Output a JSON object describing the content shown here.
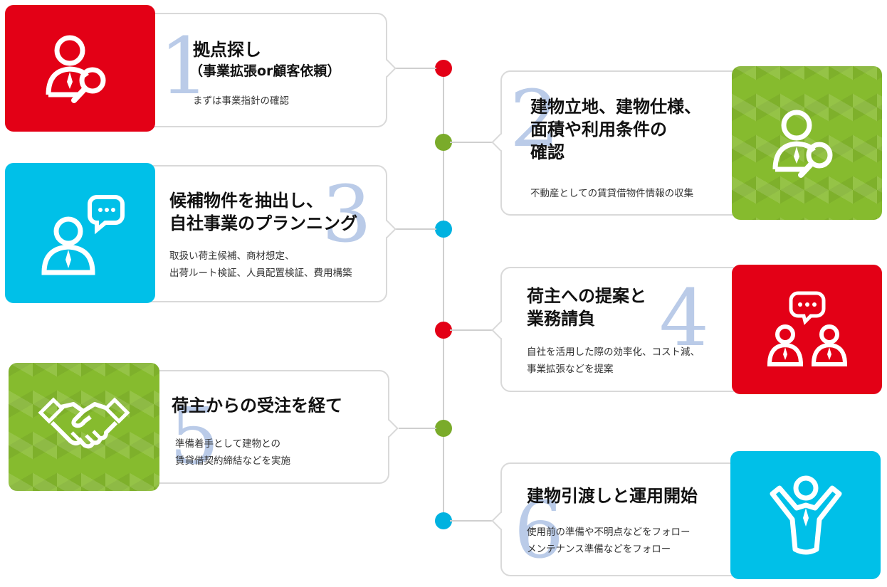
{
  "steps": [
    {
      "number": "1",
      "title": "拠点探し",
      "subtitle": "（事業拡張or顧客依頼）",
      "desc": [
        "まずは事業指針の確認"
      ],
      "color": "#e30016",
      "icon": "person-search-icon"
    },
    {
      "number": "2",
      "title_lines": [
        "建物立地、建物仕様、",
        "面積や利用条件の",
        "確認"
      ],
      "desc": [
        "不動産としての賃貸借物件情報の収集"
      ],
      "color": "#86bb2e",
      "icon": "person-search-icon"
    },
    {
      "number": "3",
      "title_lines": [
        "候補物件を抽出し、",
        "自社事業のプランニング"
      ],
      "desc": [
        "取扱い荷主候補、商材想定、",
        "出荷ルート検証、人員配置検証、費用構築"
      ],
      "color": "#00c0e8",
      "icon": "person-chat-icon"
    },
    {
      "number": "4",
      "title_lines": [
        "荷主への提案と",
        "業務請負"
      ],
      "desc": [
        "自社を活用した際の効率化、コスト減、",
        "事業拡張などを提案"
      ],
      "color": "#e30016",
      "icon": "two-people-chat-icon"
    },
    {
      "number": "5",
      "title_lines": [
        "荷主からの受注を経て"
      ],
      "desc": [
        "準備着手として建物との",
        "賃貸借契約締結などを実施"
      ],
      "color": "#86bb2e",
      "icon": "handshake-icon"
    },
    {
      "number": "6",
      "title_lines": [
        "建物引渡しと運用開始"
      ],
      "desc": [
        "使用前の準備や不明点などをフォロー",
        "メンテナンス準備などをフォロー"
      ],
      "color": "#00c0e8",
      "icon": "person-celebrate-icon"
    }
  ]
}
